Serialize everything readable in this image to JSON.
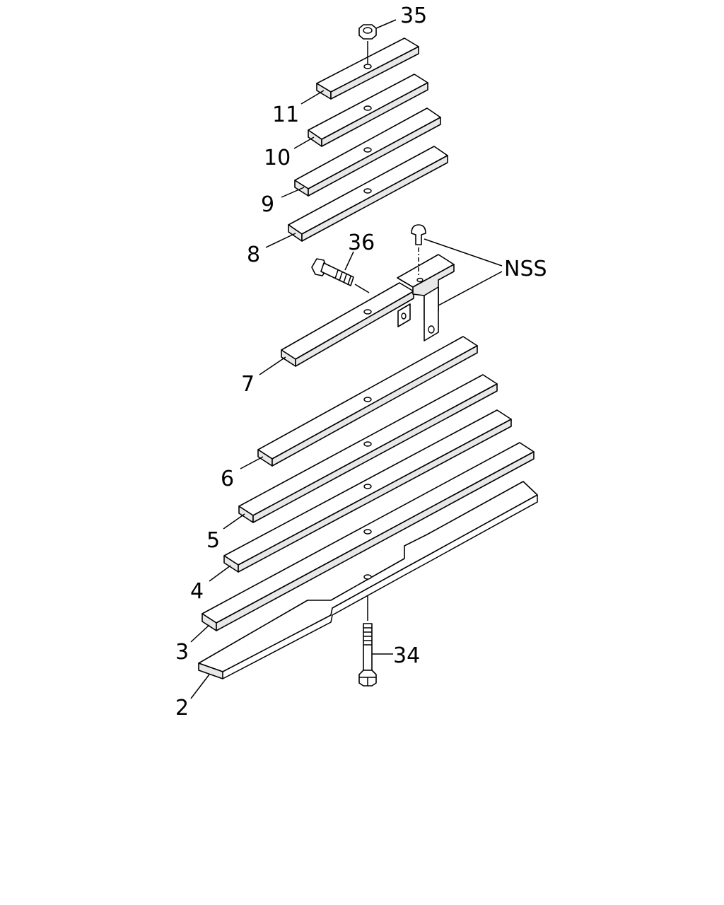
{
  "callouts": {
    "c2": "2",
    "c3": "3",
    "c4": "4",
    "c5": "5",
    "c6": "6",
    "c7": "7",
    "c8": "8",
    "c9": "9",
    "c10": "10",
    "c11": "11",
    "c34": "34",
    "c35": "35",
    "c36": "36",
    "nss": "NSS"
  }
}
